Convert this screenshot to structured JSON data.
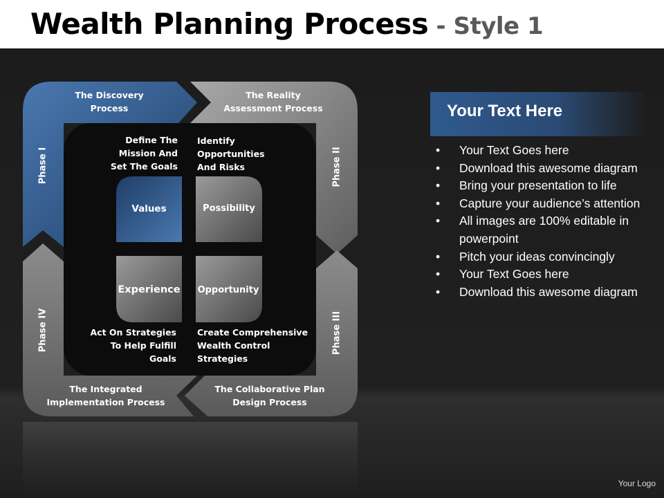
{
  "title": {
    "main": "Wealth Planning Process",
    "separator": " - ",
    "style": "Style 1"
  },
  "colors": {
    "accent_blue": "#2f5a8e",
    "gray": "#8a8a8a",
    "background": "#1c1c1c"
  },
  "diagram": {
    "processes": {
      "discovery": [
        "The Discovery",
        "Process"
      ],
      "reality": [
        "The Reality",
        "Assessment Process"
      ],
      "collaborative": [
        "The Collaborative  Plan",
        "Design Process"
      ],
      "integrated": [
        "The Integrated",
        "Implementation Process"
      ]
    },
    "phases": [
      "Phase I",
      "Phase II",
      "Phase III",
      "Phase IV"
    ],
    "descriptions": {
      "values": [
        "Define The",
        "Mission And",
        "Set The Goals"
      ],
      "possibility": [
        "Identify",
        "Opportunities",
        "And Risks"
      ],
      "experience": [
        "Act On Strategies",
        "To Help Fulfill",
        "Goals"
      ],
      "opportunity": [
        "Create Comprehensive",
        "Wealth Control",
        "Strategies"
      ]
    },
    "quadrants": [
      "Values",
      "Possibility",
      "Experience",
      "Opportunity"
    ]
  },
  "panel": {
    "heading": "Your Text Here",
    "bullets": [
      "Your Text Goes here",
      "Download this awesome diagram",
      "Bring your presentation to life",
      "Capture your audience’s attention",
      "All images are 100% editable in powerpoint",
      "Pitch your ideas convincingly",
      "Your Text Goes here",
      "Download this awesome diagram"
    ]
  },
  "footer": {
    "logo": "Your Logo"
  }
}
